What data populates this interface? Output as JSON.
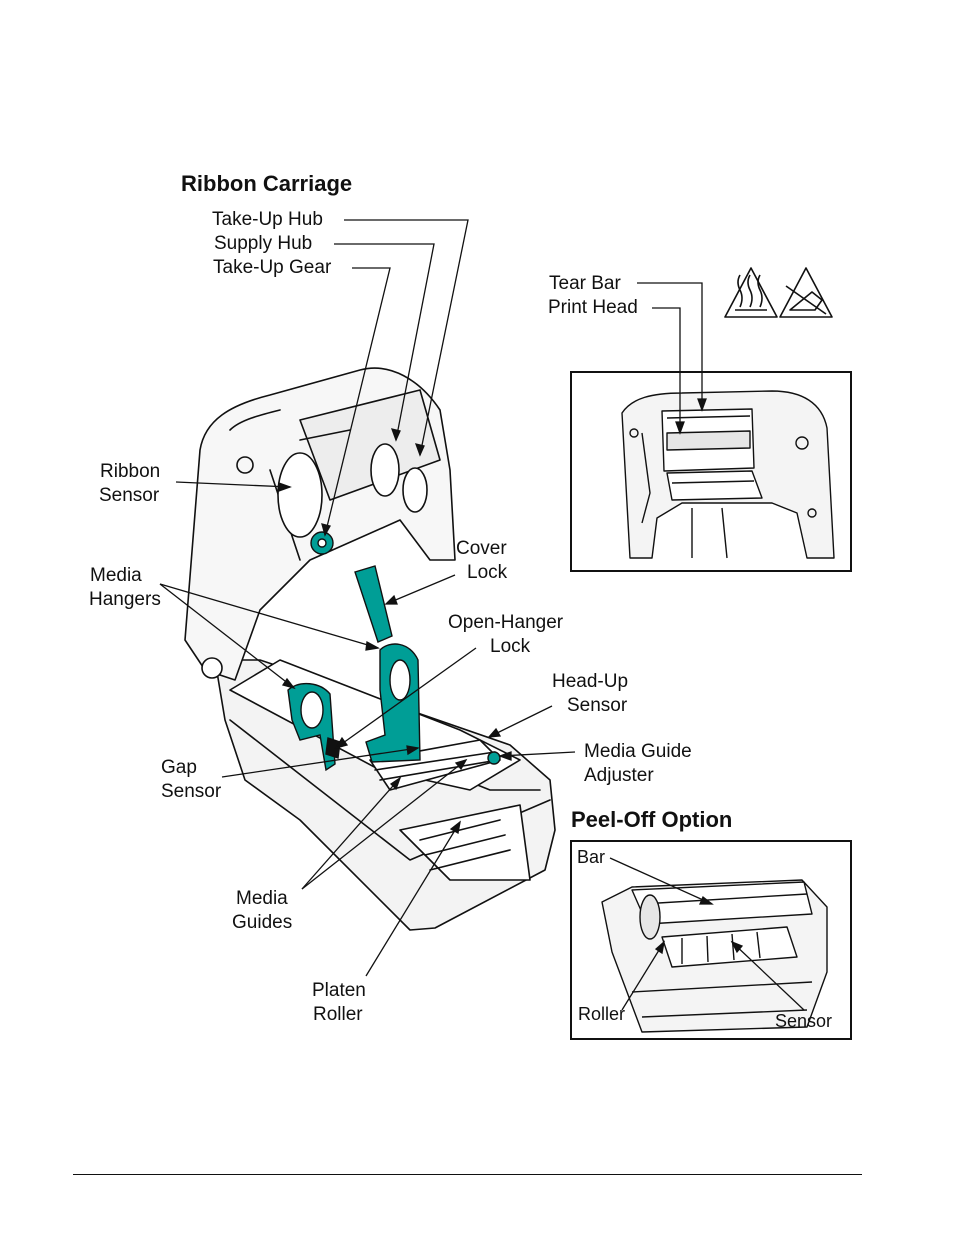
{
  "headings": {
    "ribbon_carriage": "Ribbon Carriage",
    "peel_off_option": "Peel-Off Option"
  },
  "labels": {
    "take_up_hub": "Take-Up Hub",
    "supply_hub": "Supply Hub",
    "take_up_gear": "Take-Up Gear",
    "ribbon_sensor_1": "Ribbon",
    "ribbon_sensor_2": "Sensor",
    "media_hangers_1": "Media",
    "media_hangers_2": "Hangers",
    "cover_lock_1": "Cover",
    "cover_lock_2": "Lock",
    "open_hanger_lock_1": "Open-Hanger",
    "open_hanger_lock_2": "Lock",
    "head_up_sensor_1": "Head-Up",
    "head_up_sensor_2": "Sensor",
    "media_guide_adjuster_1": "Media Guide",
    "media_guide_adjuster_2": "Adjuster",
    "gap_sensor_1": "Gap",
    "gap_sensor_2": "Sensor",
    "media_guides_1": "Media",
    "media_guides_2": "Guides",
    "platen_roller_1": "Platen",
    "platen_roller_2": "Roller",
    "tear_bar": "Tear Bar",
    "print_head": "Print Head",
    "peel_bar": "Bar",
    "peel_roller": "Roller",
    "peel_sensor": "Sensor"
  },
  "colors": {
    "teal": "#009e96",
    "line": "#111111",
    "shade": "#e6e6e6"
  },
  "icons": [
    "hot-surface-warning-icon",
    "electrostatic-warning-icon"
  ]
}
